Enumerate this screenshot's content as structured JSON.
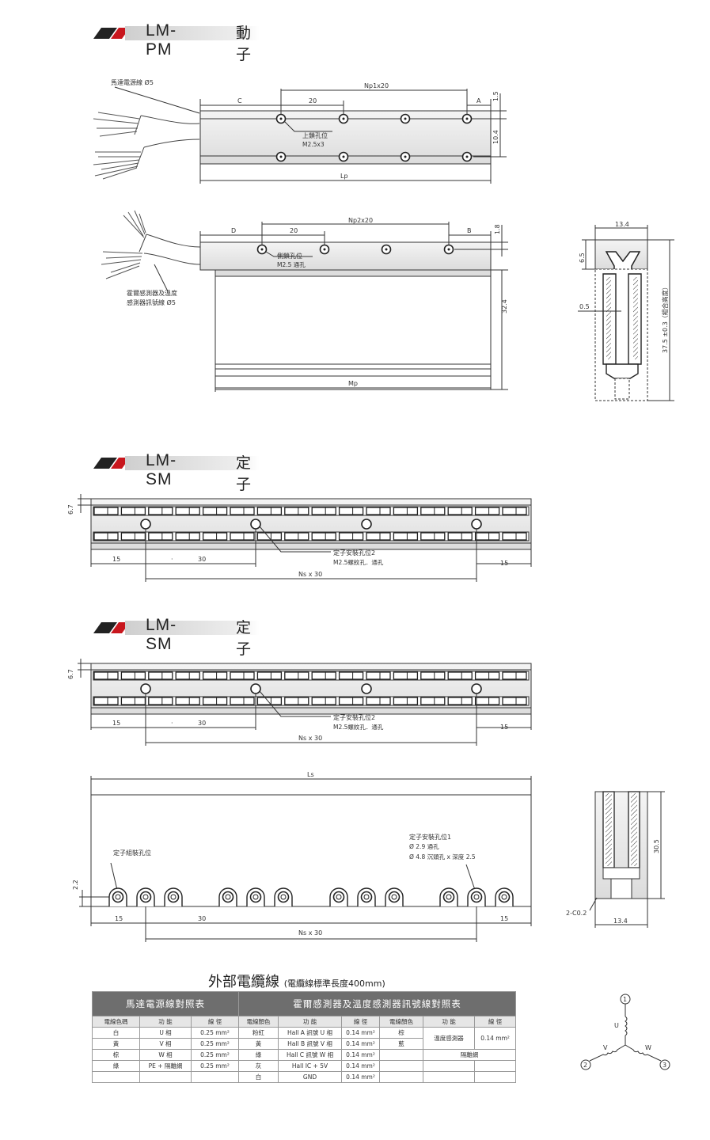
{
  "sections": {
    "mover": {
      "code": "LM-PM",
      "name": "動子"
    },
    "stator1": {
      "code": "LM-SM",
      "name": "定子"
    },
    "stator2": {
      "code": "LM-SM",
      "name": "定子"
    }
  },
  "mover_top": {
    "motor_cable": "馬達電源線 Ø5",
    "np1": "Np1x20",
    "pitch": "20",
    "c": "C",
    "a": "A",
    "top_hole": "上鎖孔位",
    "top_hole_spec": "M2.5x3",
    "dim_15": "1.5",
    "dim_104": "10.4",
    "lp": "Lp"
  },
  "mover_side": {
    "hall_cable_1": "霍爾感測器及溫度",
    "hall_cable_2": "感測器訊號線 Ø5",
    "np2": "Np2x20",
    "pitch": "20",
    "d": "D",
    "b": "B",
    "side_hole": "側鎖孔位",
    "side_hole_spec": "M2.5 通孔",
    "dim_18": "1.8",
    "dim_324": "32.4",
    "mp": "Mp"
  },
  "mover_end": {
    "width": "13.4",
    "dim_65": "6.5",
    "dim_05": "0.5",
    "height": "37.5 ±0.3（組合高度）"
  },
  "stator_a": {
    "dim_67": "6.7",
    "d15a": "15",
    "dot": "·",
    "d30": "30",
    "d15b": "15",
    "ns": "Ns x 30",
    "hole": "定子安裝孔位2",
    "hole_spec": "M2.5螺紋孔．通孔"
  },
  "stator_b": {
    "dim_67": "6.7",
    "d15a": "15",
    "dot": "·",
    "d30": "30",
    "d15b": "15",
    "ns": "Ns x 30",
    "hole": "定子安裝孔位2",
    "hole_spec": "M2.5螺紋孔．通孔"
  },
  "stator_front": {
    "ls": "Ls",
    "assembly_hole": "定子組裝孔位",
    "hole1": "定子安裝孔位1",
    "hole1_spec1": "Ø  2.9 通孔",
    "hole1_spec2": "Ø  4.8 沉頭孔 x 深度 2.5",
    "dim_22": "2.2",
    "d15a": "15",
    "d30": "30",
    "d15b": "15",
    "ns": "Ns x 30"
  },
  "stator_end": {
    "chamfer": "2-C0.2",
    "width": "13.4",
    "height": "30.5"
  },
  "cable_table": {
    "title": "外部電纜線",
    "note": "(電纜線標準長度400mm)",
    "motor_header": "馬達電源線對照表",
    "hall_header": "霍爾感測器及溫度感測器訊號線對照表",
    "cols": [
      "電線色碼",
      "功 能",
      "線 徑",
      "電線顏色",
      "功 能",
      "線 徑",
      "電線顏色",
      "功 能",
      "線 徑"
    ],
    "rows": [
      [
        "白",
        "U 相",
        "0.25 mm²",
        "粉紅",
        "Hall A 訊號 U 相",
        "0.14 mm²",
        "棕"
      ],
      [
        "黃",
        "V 相",
        "0.25 mm²",
        "黃",
        "Hall B 訊號 V 相",
        "0.14 mm²",
        "藍"
      ],
      [
        "棕",
        "W 相",
        "0.25 mm²",
        "綠",
        "Hall C 訊號 W 相",
        "0.14 mm²",
        ""
      ],
      [
        "綠",
        "PE + 隔離網",
        "0.25 mm²",
        "灰",
        "Hall IC + 5V",
        "0.14 mm²",
        ""
      ],
      [
        "",
        "",
        "",
        "白",
        "GND",
        "0.14 mm²",
        ""
      ]
    ],
    "temp_function": "溫度感測器",
    "temp_gauge": "0.14 mm²",
    "shield": "隔離網"
  },
  "wiring": {
    "n1": "1",
    "n2": "2",
    "n3": "3",
    "u": "U",
    "v": "V",
    "w": "W"
  }
}
